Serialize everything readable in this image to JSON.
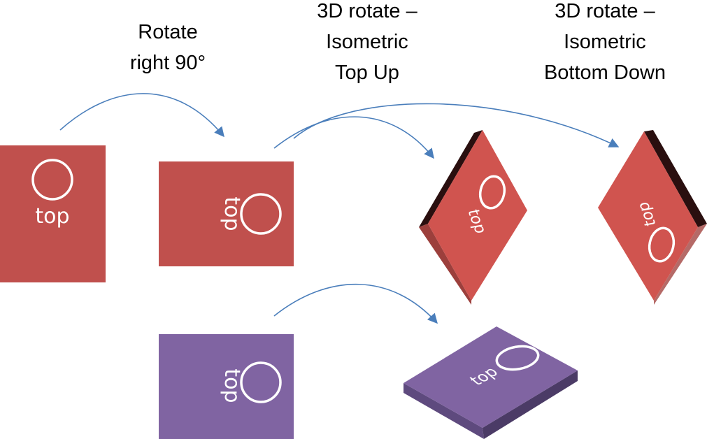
{
  "captions": {
    "rotate_right": [
      "Rotate",
      "right 90°"
    ],
    "iso_top_up": [
      "3D rotate –",
      "Isometric",
      "Top Up"
    ],
    "iso_bottom_down": [
      "3D rotate –",
      "Isometric",
      "Bottom Down"
    ]
  },
  "shapes": {
    "original_label": "top",
    "rotated_label": "top",
    "rotated_purple_label": "top",
    "iso_top_up_label": "top",
    "iso_bottom_down_label": "top",
    "iso_purple_label": "top"
  },
  "colors": {
    "red_fill": "#C0504D",
    "red_iso_face": "#D0544F",
    "red_dark_edge": "#2A0F0F",
    "red_side_edge": "#9C3F3C",
    "purple_fill": "#8064A2",
    "purple_side": "#5E4A7E",
    "arrow": "#4A7EBB",
    "circle_stroke": "#FFFFFF"
  }
}
